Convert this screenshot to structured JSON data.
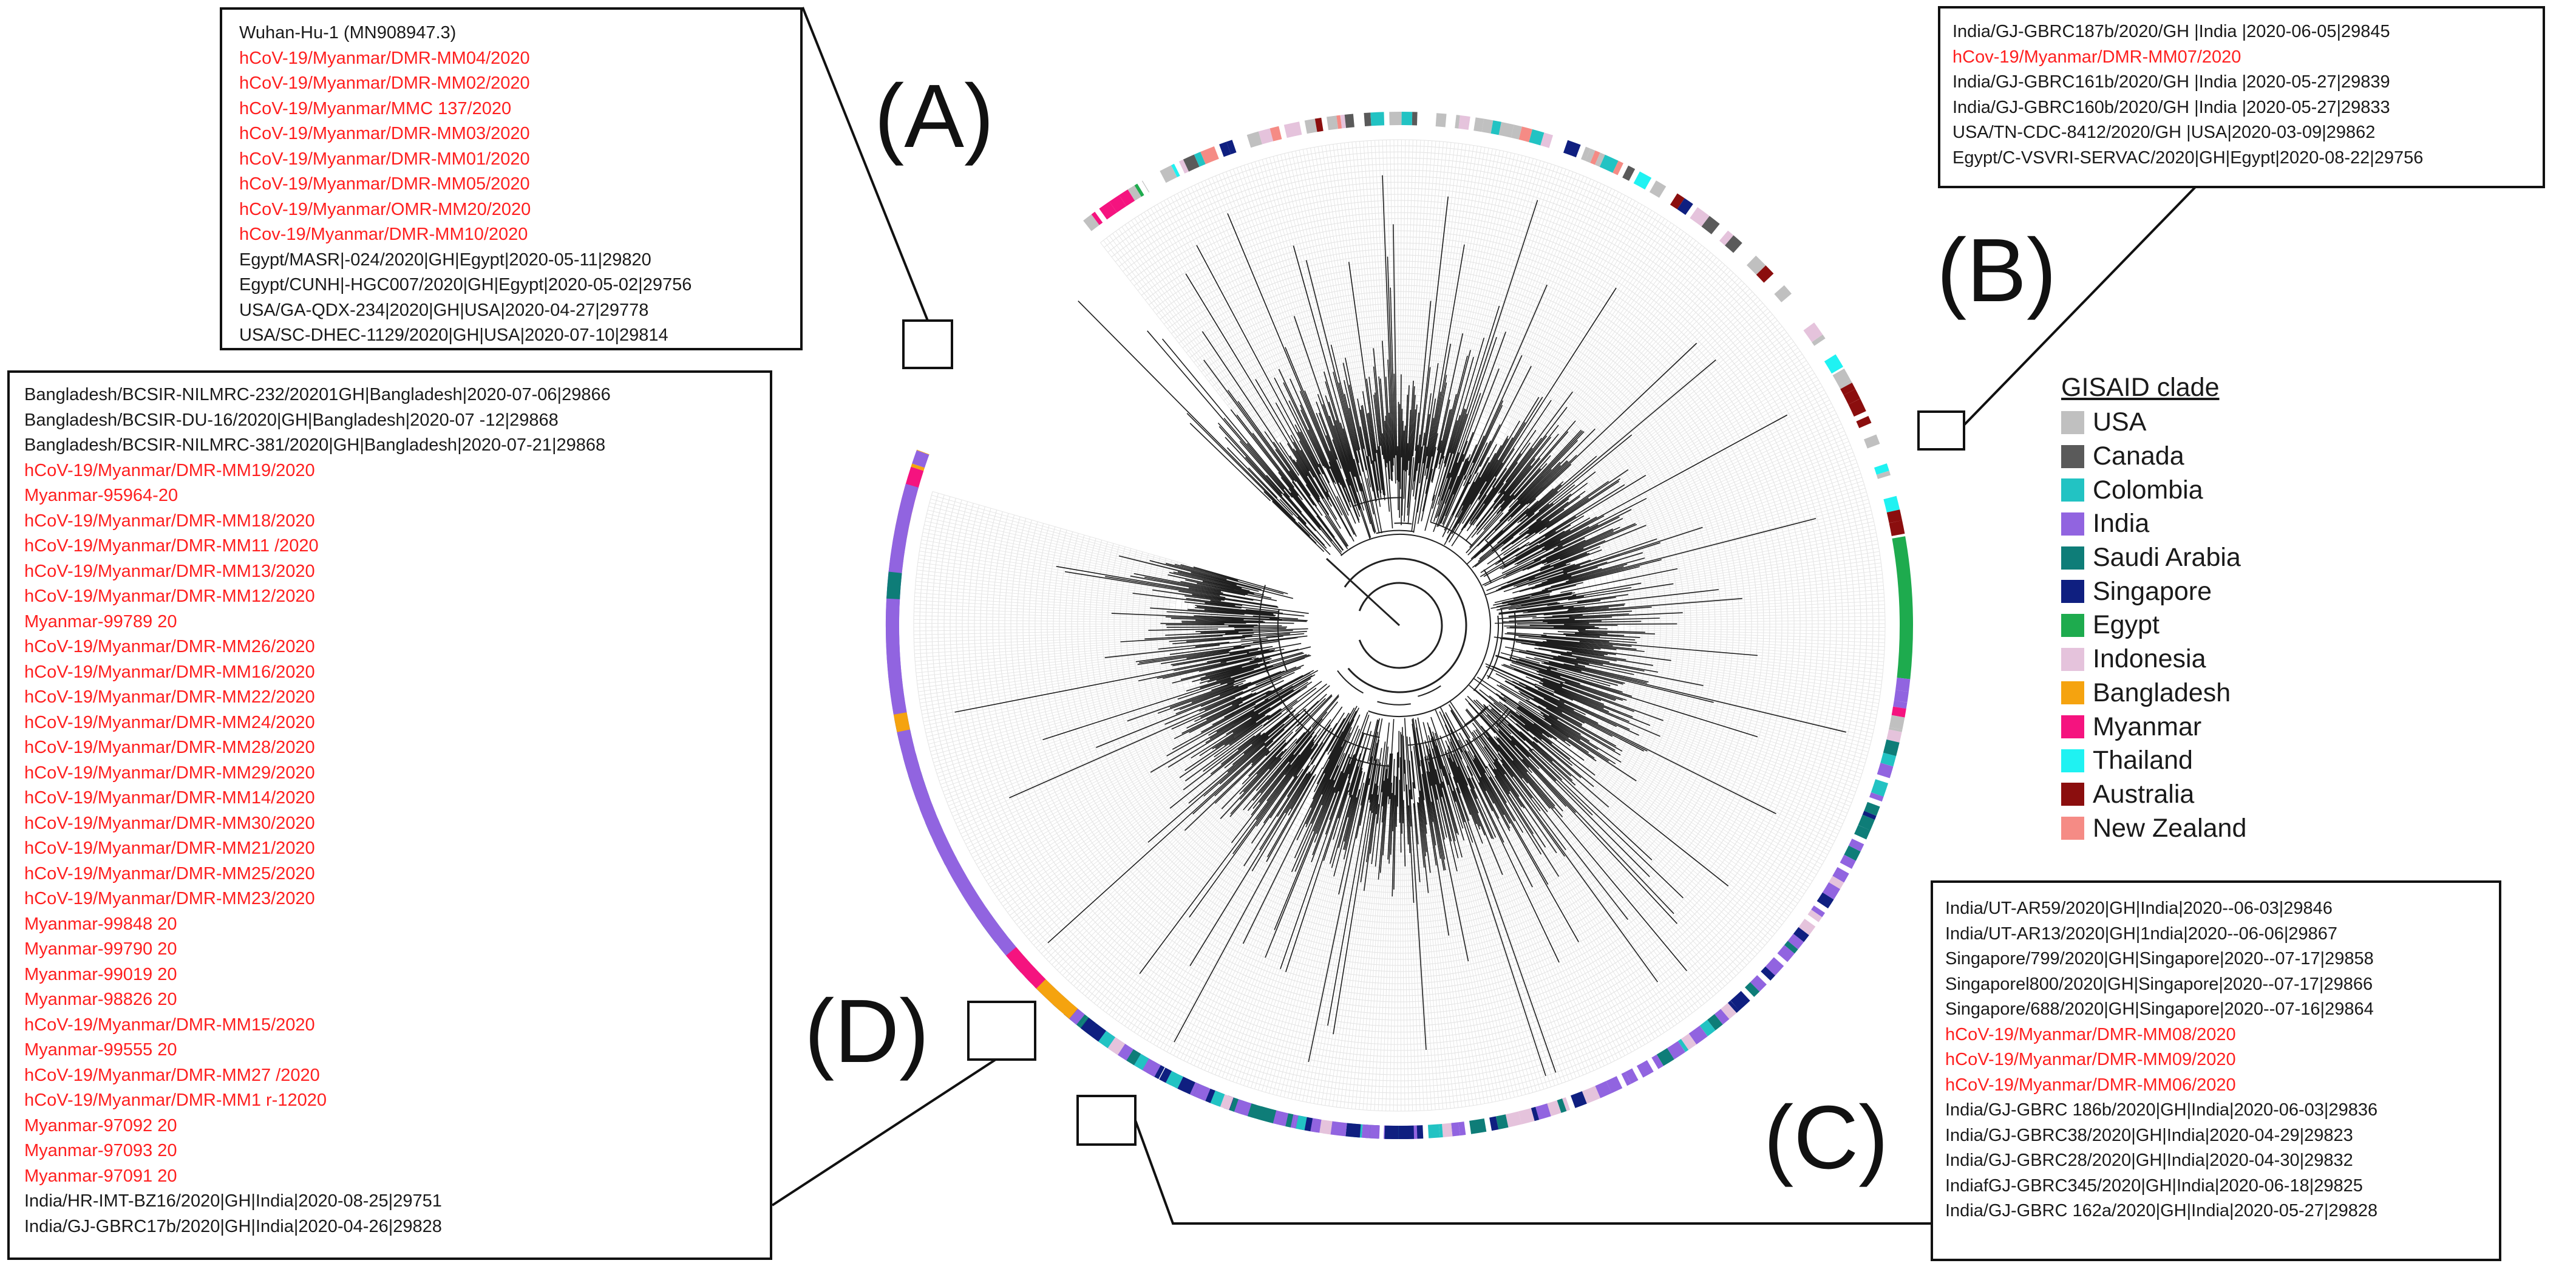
{
  "panel_labels": {
    "a": "(A)",
    "b": "(B)",
    "c": "(C)",
    "d": "(D)"
  },
  "legend": {
    "title": "GISAID clade",
    "items": [
      {
        "label": "USA",
        "color": "#c0c0c0"
      },
      {
        "label": "Canada",
        "color": "#5a5a5a"
      },
      {
        "label": "Colombia",
        "color": "#22c3c3"
      },
      {
        "label": "India",
        "color": "#9164e0"
      },
      {
        "label": "Saudi Arabia",
        "color": "#0e7d78"
      },
      {
        "label": "Singapore",
        "color": "#0f1f80"
      },
      {
        "label": "Egypt",
        "color": "#1eab4e"
      },
      {
        "label": "Indonesia",
        "color": "#e5c3dc"
      },
      {
        "label": "Bangladesh",
        "color": "#f5a30f"
      },
      {
        "label": "Myanmar",
        "color": "#f5137f"
      },
      {
        "label": "Thailand",
        "color": "#1ff2f2"
      },
      {
        "label": "Australia",
        "color": "#8b0e0e"
      },
      {
        "label": "New Zealand",
        "color": "#f58b85"
      }
    ]
  },
  "boxes": {
    "a": [
      {
        "text": "Wuhan-Hu-1 (MN908947.3)",
        "red": false
      },
      {
        "text": "hCoV-19/Myanmar/DMR-MM04/2020",
        "red": true
      },
      {
        "text": "hCoV-19/Myanmar/DMR-MM02/2020",
        "red": true
      },
      {
        "text": "hCoV-19/Myanmar/MMC 137/2020",
        "red": true
      },
      {
        "text": "hCoV-19/Myanmar/DMR-MM03/2020",
        "red": true
      },
      {
        "text": "hCoV-19/Myanmar/DMR-MM01/2020",
        "red": true
      },
      {
        "text": "hCoV-19/Myanmar/DMR-MM05/2020",
        "red": true
      },
      {
        "text": "hCoV-19/Myanmar/OMR-MM20/2020",
        "red": true
      },
      {
        "text": "hCov-19/Myanmar/DMR-MM10/2020",
        "red": true
      },
      {
        "text": "Egypt/MASR|-024/2020|GH|Egypt|2020-05-11|29820",
        "red": false
      },
      {
        "text": "Egypt/CUNH|-HGC007/2020|GH|Egypt|2020-05-02|29756",
        "red": false
      },
      {
        "text": "USA/GA-QDX-234|2020|GH|USA|2020-04-27|29778",
        "red": false
      },
      {
        "text": "USA/SC-DHEC-1129/2020|GH|USA|2020-07-10|29814",
        "red": false
      }
    ],
    "b": [
      {
        "text": "India/GJ-GBRC187b/2020/GH |India |2020-06-05|29845",
        "red": false
      },
      {
        "text": "hCov-19/Myanmar/DMR-MM07/2020",
        "red": true
      },
      {
        "text": "India/GJ-GBRC161b/2020/GH |India |2020-05-27|29839",
        "red": false
      },
      {
        "text": "India/GJ-GBRC160b/2020/GH |India |2020-05-27|29833",
        "red": false
      },
      {
        "text": "USA/TN-CDC-8412/2020/GH |USA|2020-03-09|29862",
        "red": false
      },
      {
        "text": "Egypt/C-VSVRI-SERVAC/2020|GH|Egypt|2020-08-22|29756",
        "red": false
      }
    ],
    "c": [
      {
        "text": "India/UT-AR59/2020|GH|India|2020--06-03|29846",
        "red": false
      },
      {
        "text": "India/UT-AR13/2020|GH|1ndia|2020--06-06|29867",
        "red": false
      },
      {
        "text": "Singapore/799/2020|GH|Singapore|2020--07-17|29858",
        "red": false
      },
      {
        "text": "Singaporel800/2020|GH|Singapore|2020--07-17|29866",
        "red": false
      },
      {
        "text": "Singapore/688/2020|GH|Singapore|2020--07-16|29864",
        "red": false
      },
      {
        "text": "hCoV-19/Myanmar/DMR-MM08/2020",
        "red": true
      },
      {
        "text": "hCoV-19/Myanmar/DMR-MM09/2020",
        "red": true
      },
      {
        "text": "hCoV-19/Myanmar/DMR-MM06/2020",
        "red": true
      },
      {
        "text": "India/GJ-GBRC 186b/2020|GH|India|2020-06-03|29836",
        "red": false
      },
      {
        "text": "India/GJ-GBRC38/2020|GH|India|2020-04-29|29823",
        "red": false
      },
      {
        "text": "India/GJ-GBRC28/2020|GH|India|2020-04-30|29832",
        "red": false
      },
      {
        "text": "IndiafGJ-GBRC345/2020|GH|India|2020-06-18|29825",
        "red": false
      },
      {
        "text": "India/GJ-GBRC 162a/2020|GH|India|2020-05-27|29828",
        "red": false
      }
    ],
    "d": [
      {
        "text": "Bangladesh/BCSIR-NILMRC-232/20201GH|Bangladesh|2020-07-06|29866",
        "red": false
      },
      {
        "text": "Bangladesh/BCSIR-DU-16/2020|GH|Bangladesh|2020-07 -12|29868",
        "red": false
      },
      {
        "text": "Bangladesh/BCSIR-NILMRC-381/2020|GH|Bangladesh|2020-07-21|29868",
        "red": false
      },
      {
        "text": "hCoV-19/Myanmar/DMR-MM19/2020",
        "red": true
      },
      {
        "text": "Myanmar-95964-20",
        "red": true
      },
      {
        "text": "hCoV-19/Myanmar/DMR-MM18/2020",
        "red": true
      },
      {
        "text": "hCoV-19/Myanmar/DMR-MM11 /2020",
        "red": true
      },
      {
        "text": "hCoV-19/Myanmar/DMR-MM13/2020",
        "red": true
      },
      {
        "text": "hCoV-19/Myanmar/DMR-MM12/2020",
        "red": true
      },
      {
        "text": "Myanmar-99789 20",
        "red": true
      },
      {
        "text": "hCoV-19/Myanmar/DMR-MM26/2020",
        "red": true
      },
      {
        "text": "hCoV-19/Myanmar/DMR-MM16/2020",
        "red": true
      },
      {
        "text": "hCoV-19/Myanmar/DMR-MM22/2020",
        "red": true
      },
      {
        "text": "hCoV-19/Myanmar/DMR-MM24/2020",
        "red": true
      },
      {
        "text": "hCoV-19/Myanmar/DMR-MM28/2020",
        "red": true
      },
      {
        "text": "hCoV-19/Myanmar/DMR-MM29/2020",
        "red": true
      },
      {
        "text": "hCoV-19/Myanmar/DMR-MM14/2020",
        "red": true
      },
      {
        "text": "hCoV-19/Myanmar/DMR-MM30/2020",
        "red": true
      },
      {
        "text": "hCoV-19/Myanmar/DMR-MM21/2020",
        "red": true
      },
      {
        "text": "hCoV-19/Myanmar/DMR-MM25/2020",
        "red": true
      },
      {
        "text": "hCoV-19/Myanmar/DMR-MM23/2020",
        "red": true
      },
      {
        "text": "Myanmar-99848 20",
        "red": true
      },
      {
        "text": "Myanmar-99790 20",
        "red": true
      },
      {
        "text": "Myanmar-99019 20",
        "red": true
      },
      {
        "text": "Myanmar-98826 20",
        "red": true
      },
      {
        "text": "hCoV-19/Myanmar/DMR-MM15/2020",
        "red": true
      },
      {
        "text": "Myanmar-99555 20",
        "red": true
      },
      {
        "text": "hCoV-19/Myanmar/DMR-MM27 /2020",
        "red": true
      },
      {
        "text": "hCoV-19/Myanmar/DMR-MM1 r-12020",
        "red": true
      },
      {
        "text": "Myanmar-97092 20",
        "red": true
      },
      {
        "text": "Myanmar-97093 20",
        "red": true
      },
      {
        "text": "Myanmar-97091 20",
        "red": true
      },
      {
        "text": "India/HR-IMT-BZ16/2020|GH|India|2020-08-25|29751",
        "red": false
      },
      {
        "text": "India/GJ-GBRC17b/2020|GH|India|2020-04-26|29828",
        "red": false
      }
    ]
  }
}
